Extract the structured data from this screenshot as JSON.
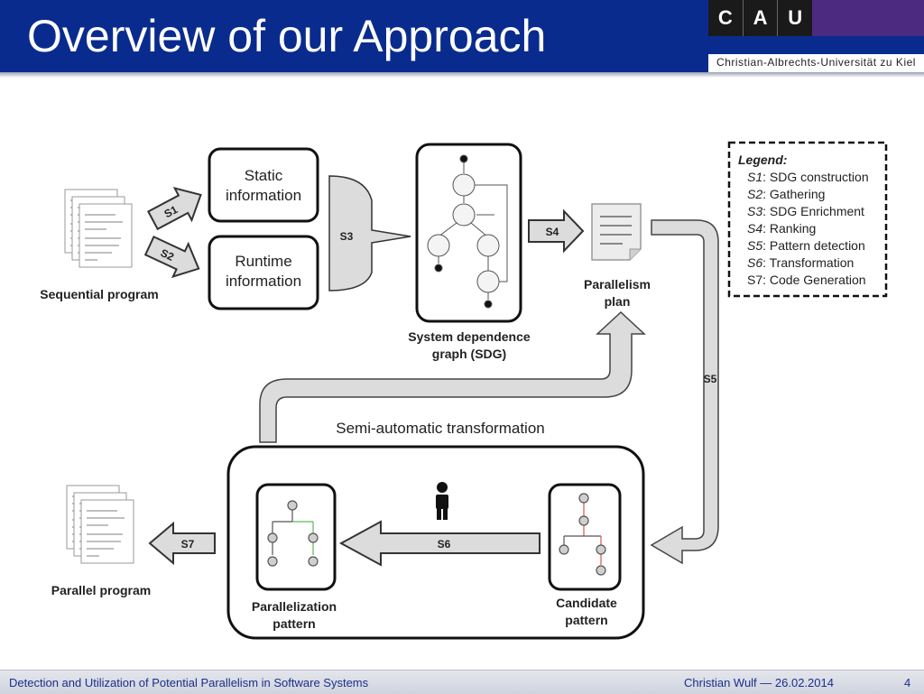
{
  "header": {
    "title": "Overview of our Approach",
    "logo_letters": [
      "C",
      "A",
      "U"
    ],
    "university": "Christian-Albrechts-Universität zu Kiel"
  },
  "diagram": {
    "sequential_label": "Sequential program",
    "parallel_label": "Parallel program",
    "static_line1": "Static",
    "static_line2": "information",
    "runtime_line1": "Runtime",
    "runtime_line2": "information",
    "sdg_label_line1": "System dependence",
    "sdg_label_line2": "graph (SDG)",
    "plan_line1": "Parallelism",
    "plan_line2": "plan",
    "semi_auto": "Semi-automatic transformation",
    "parallelization_line1": "Parallelization",
    "parallelization_line2": "pattern",
    "candidate_line1": "Candidate",
    "candidate_line2": "pattern",
    "steps": {
      "s1": "S1",
      "s2": "S2",
      "s3": "S3",
      "s4": "S4",
      "s5": "S5",
      "s6": "S6",
      "s7": "S7"
    }
  },
  "legend": {
    "title": "Legend:",
    "items": [
      {
        "step": "S1",
        "text": ": SDG construction"
      },
      {
        "step": "S2",
        "text": ": Gathering"
      },
      {
        "step": "S3",
        "text": ": SDG Enrichment"
      },
      {
        "step": "S4",
        "text": ": Ranking"
      },
      {
        "step": "S5",
        "text": ": Pattern detection"
      },
      {
        "step": "S6",
        "text": ": Transformation"
      },
      {
        "step": "S7",
        "text": ": Code Generation"
      }
    ]
  },
  "footer": {
    "title": "Detection and Utilization of Potential Parallelism in Software Systems",
    "author_date": "Christian Wulf — 26.02.2014",
    "page": "4"
  },
  "colors": {
    "header_bg": "#0a2b8e",
    "arrow_fill": "#dcdcdc",
    "edge_red": "#d9534f",
    "edge_green": "#5cb85c"
  }
}
